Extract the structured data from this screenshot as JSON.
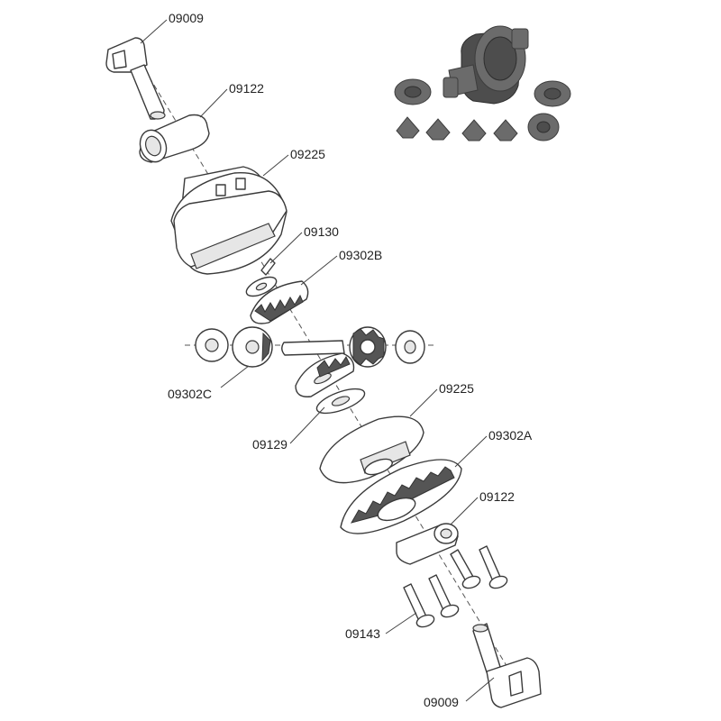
{
  "labels": {
    "outdrive_top": "09009",
    "bearing_top": "09122",
    "case_top": "09225",
    "pin": "09130",
    "bevel_gear_top": "09302B",
    "spider_gear": "09302C",
    "shim": "09129",
    "case_bottom": "09225",
    "ring_gear": "09302A",
    "bearing_bottom": "09122",
    "screws": "09143",
    "outdrive_bottom": "09009"
  },
  "icons": [
    "outdrive-icon",
    "bearing-icon",
    "diff-case-icon",
    "pin-icon",
    "bevel-gear-icon",
    "washer-icon",
    "ring-gear-icon",
    "screw-icon",
    "assembled-diff-photo"
  ]
}
